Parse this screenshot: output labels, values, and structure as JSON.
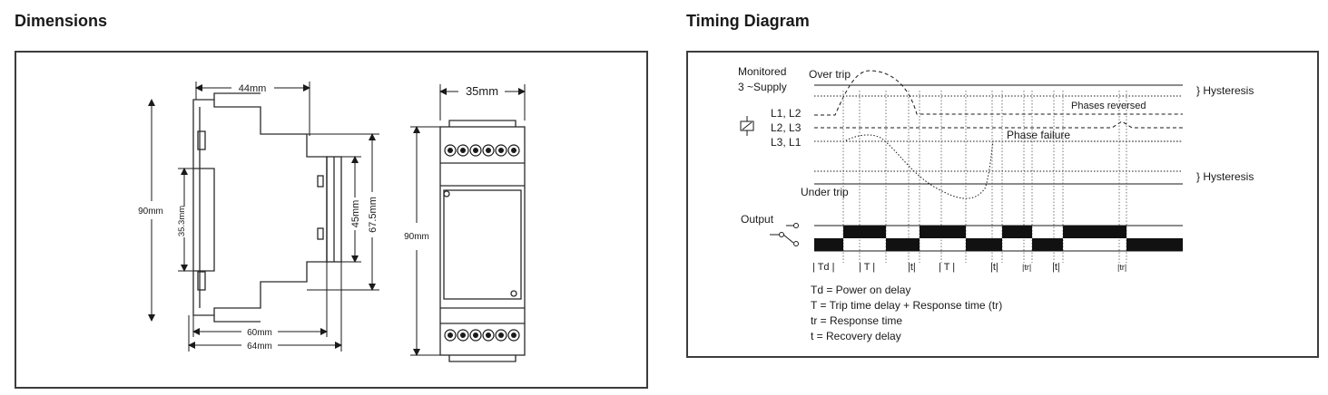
{
  "dimensions": {
    "title": "Dimensions",
    "labels": {
      "w44": "44mm",
      "w35": "35mm",
      "h90_left": "90mm",
      "h353": "35.3mm",
      "h45": "45mm",
      "h675": "67.5mm",
      "h90_front": "90mm",
      "w60": "60mm",
      "w64": "64mm"
    }
  },
  "timing": {
    "title": "Timing Diagram",
    "labels": {
      "monitored": "Monitored",
      "supply": "3 ~Supply",
      "over_trip": "Over trip",
      "hyst1": "} Hysteresis",
      "phases_reversed": "Phases reversed",
      "l1l2": "L1, L2",
      "l2l3": "L2, L3",
      "l3l1": "L3, L1",
      "phase_failure": "Phase failure",
      "hyst2": "} Hysteresis",
      "under_trip": "Under trip",
      "output": "Output"
    },
    "delays": [
      "| Td |",
      "| T |",
      "|t|",
      "| T |",
      "|t|",
      "|tr|",
      "|t|",
      "|tr|"
    ],
    "legend": [
      "Td = Power on delay",
      "T = Trip time delay + Response time (tr)",
      "tr = Response time",
      "t = Recovery delay"
    ]
  }
}
